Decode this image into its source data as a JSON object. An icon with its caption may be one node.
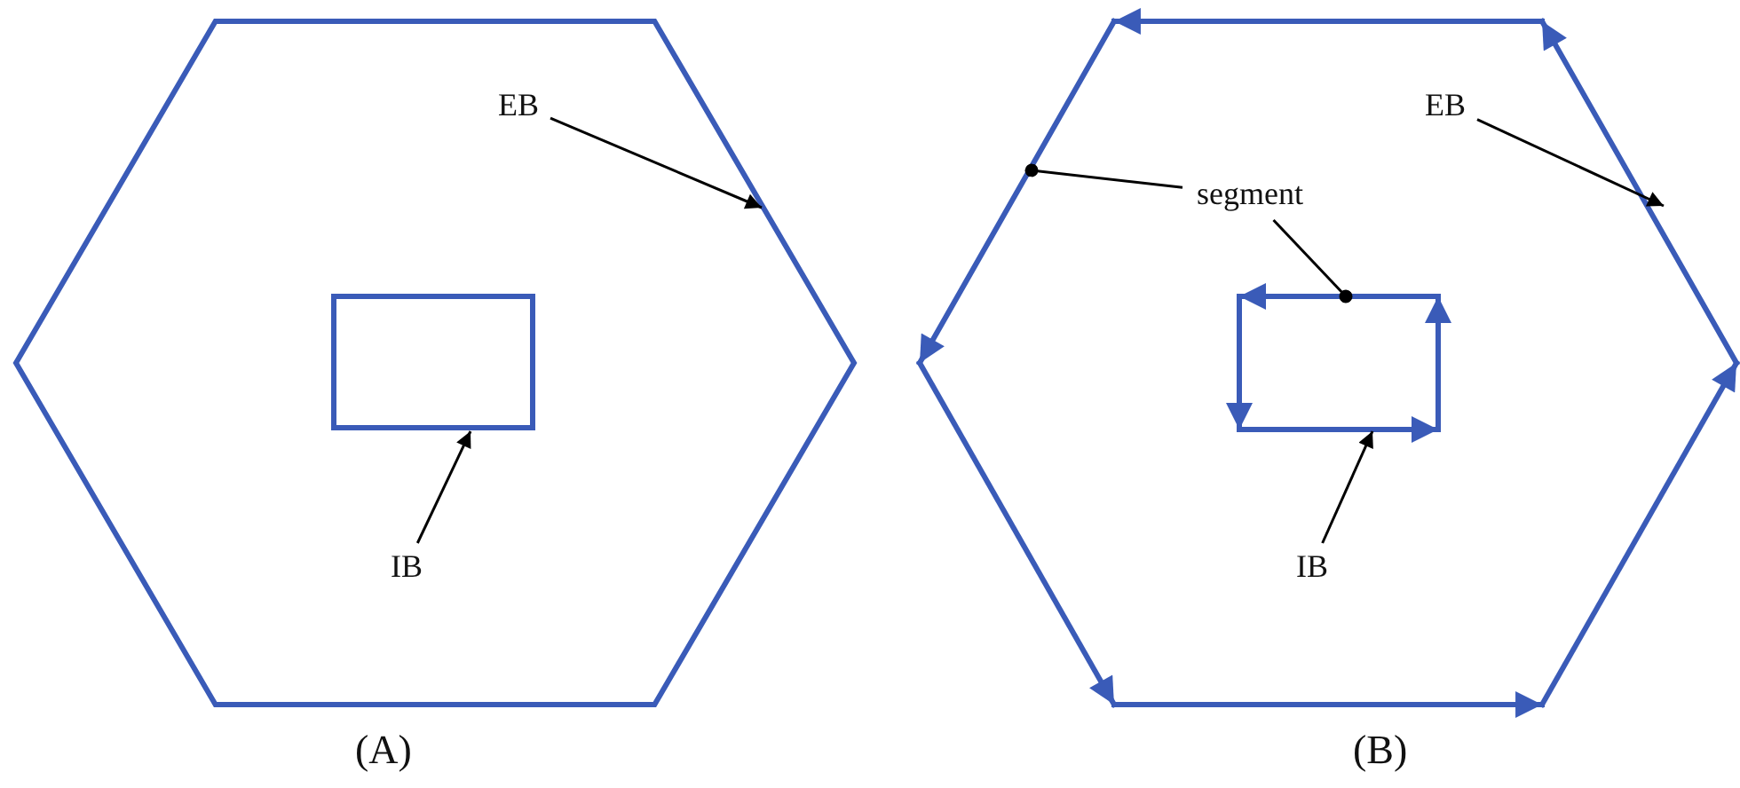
{
  "diagram": {
    "nodes": [
      {
        "text": [],
        "shape": "hexagon"
      },
      {
        "text": [],
        "shape": "box",
        "in": 0
      },
      {
        "text": [
          "EB"
        ],
        "in": 0
      },
      {
        "text": [
          "IB"
        ],
        "in": 0
      },
      {
        "text": [],
        "shape": "hexagon"
      },
      {
        "text": [],
        "shape": "box",
        "in": 4
      },
      {
        "text": [
          "EB"
        ],
        "in": 4
      },
      {
        "text": [
          "segment"
        ],
        "in": 4
      },
      {
        "text": [
          "IB"
        ],
        "in": 4
      }
    ],
    "edges": [
      {
        "from": 2,
        "to": 0,
        "arrow": "to"
      },
      {
        "from": 3,
        "to": 1,
        "arrow": "to"
      },
      {
        "from": 6,
        "to": 4,
        "arrow": "to"
      },
      {
        "from": 7,
        "to": 4,
        "arrow": "other"
      },
      {
        "from": 7,
        "to": 5,
        "arrow": "other"
      },
      {
        "from": 8,
        "to": 5,
        "arrow": "to"
      }
    ],
    "labels": [
      "(A)",
      "(B)"
    ]
  }
}
